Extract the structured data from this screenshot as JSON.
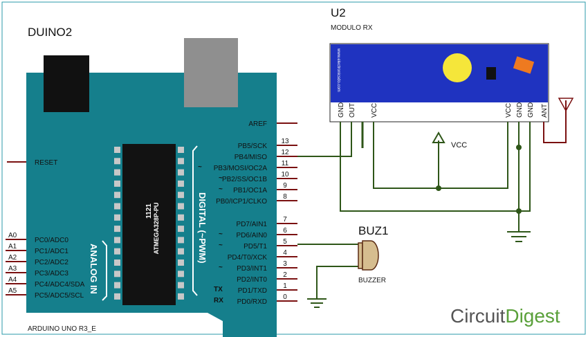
{
  "colors": {
    "board": "#157f8c",
    "wire": "#2e5618",
    "pin": "#7a1010",
    "module": "#1f33c0",
    "buzzer": "#d6bd8f",
    "chip": "#121212",
    "brand_gray": "#555555",
    "brand_green": "#5aa03a"
  },
  "duino": {
    "name": "DUINO2",
    "footer": "ARDUINO UNO R3_E",
    "aref": "AREF",
    "reset": "RESET",
    "analog_title": "ANALOG IN",
    "digital_title": "DIGITAL (~PWM)",
    "chip_text": [
      "1121",
      "ATMEGA328P-PU"
    ],
    "tx": "TX",
    "rx": "RX",
    "pwm_mark": "~",
    "analog_pins": [
      {
        "ext": "A0",
        "name": "PC0/ADC0"
      },
      {
        "ext": "A1",
        "name": "PC1/ADC1"
      },
      {
        "ext": "A2",
        "name": "PC2/ADC2"
      },
      {
        "ext": "A3",
        "name": "PC3/ADC3"
      },
      {
        "ext": "A4",
        "name": "PC4/ADC4/SDA"
      },
      {
        "ext": "A5",
        "name": "PC5/ADC5/SCL"
      }
    ],
    "digital_pins": [
      {
        "num": "13",
        "name": "PB5/SCK",
        "pwm": false
      },
      {
        "num": "12",
        "name": "PB4/MISO",
        "pwm": false
      },
      {
        "num": "11",
        "name": "PB3/MOSI/OC2A",
        "pwm": true
      },
      {
        "num": "10",
        "name": "PB2/SS/OC1B",
        "pwm": true
      },
      {
        "num": "9",
        "name": "PB1/OC1A",
        "pwm": true
      },
      {
        "num": "8",
        "name": "PB0/ICP1/CLKO",
        "pwm": false
      },
      {
        "num": "7",
        "name": "PD7/AIN1",
        "pwm": false
      },
      {
        "num": "6",
        "name": "PD6/AIN0",
        "pwm": true
      },
      {
        "num": "5",
        "name": "PD5/T1",
        "pwm": true
      },
      {
        "num": "4",
        "name": "PD4/T0/XCK",
        "pwm": false
      },
      {
        "num": "3",
        "name": "PD3/INT1",
        "pwm": true
      },
      {
        "num": "2",
        "name": "PD2/INT0",
        "pwm": false
      },
      {
        "num": "1",
        "name": "PD1/TXD",
        "pwm": false
      },
      {
        "num": "0",
        "name": "PD0/RXD",
        "pwm": false
      }
    ]
  },
  "module": {
    "ref": "U2",
    "value": "MODULO RX",
    "side_text": "www.electronicsdo.com",
    "pins": [
      "GND",
      "OUT",
      "VCC",
      "VCC",
      "GND",
      "GND",
      "ANT"
    ]
  },
  "vcc_label": "VCC",
  "buzzer": {
    "ref": "BUZ1",
    "value": "BUZZER"
  },
  "brand": {
    "part1": "Circuit",
    "part2": "Digest"
  }
}
